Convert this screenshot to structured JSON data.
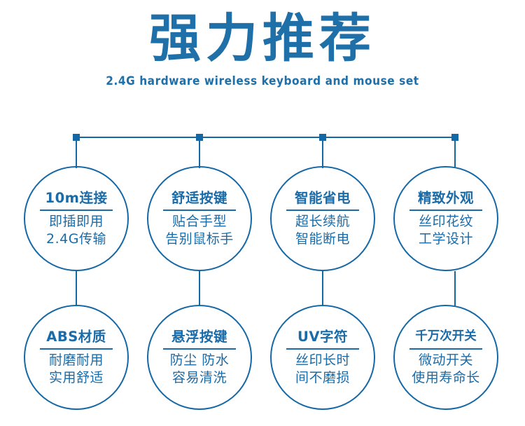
{
  "header": {
    "title": "强力推荐",
    "subtitle": "2.4G hardware wireless keyboard and mouse set"
  },
  "colors": {
    "brand_blue": "#1f6fa8",
    "line_blue": "#1568a6",
    "text_blue": "#1a6ba8",
    "background": "#ffffff"
  },
  "features": [
    {
      "id": "distance",
      "headline": "10m连接",
      "lines": [
        "即插即用",
        "2.4G传输"
      ]
    },
    {
      "id": "comfort-keys",
      "headline": "舒适按键",
      "lines": [
        "贴合手型",
        "告别鼠标手"
      ]
    },
    {
      "id": "power-saving",
      "headline": "智能省电",
      "lines": [
        "超长续航",
        "智能断电"
      ]
    },
    {
      "id": "appearance",
      "headline": "精致外观",
      "lines": [
        "丝印花纹",
        "工学设计"
      ]
    },
    {
      "id": "abs-material",
      "headline": "ABS材质",
      "lines": [
        "耐磨耐用",
        "实用舒适"
      ]
    },
    {
      "id": "floating-keys",
      "headline": "悬浮按键",
      "lines": [
        "防尘 防水",
        "容易清洗"
      ]
    },
    {
      "id": "uv-characters",
      "headline": "UV字符",
      "lines": [
        "丝印长时",
        "间不磨损"
      ]
    },
    {
      "id": "switch-lifespan",
      "headline": "千万次开关",
      "lines": [
        "微动开关",
        "使用寿命长"
      ]
    }
  ]
}
